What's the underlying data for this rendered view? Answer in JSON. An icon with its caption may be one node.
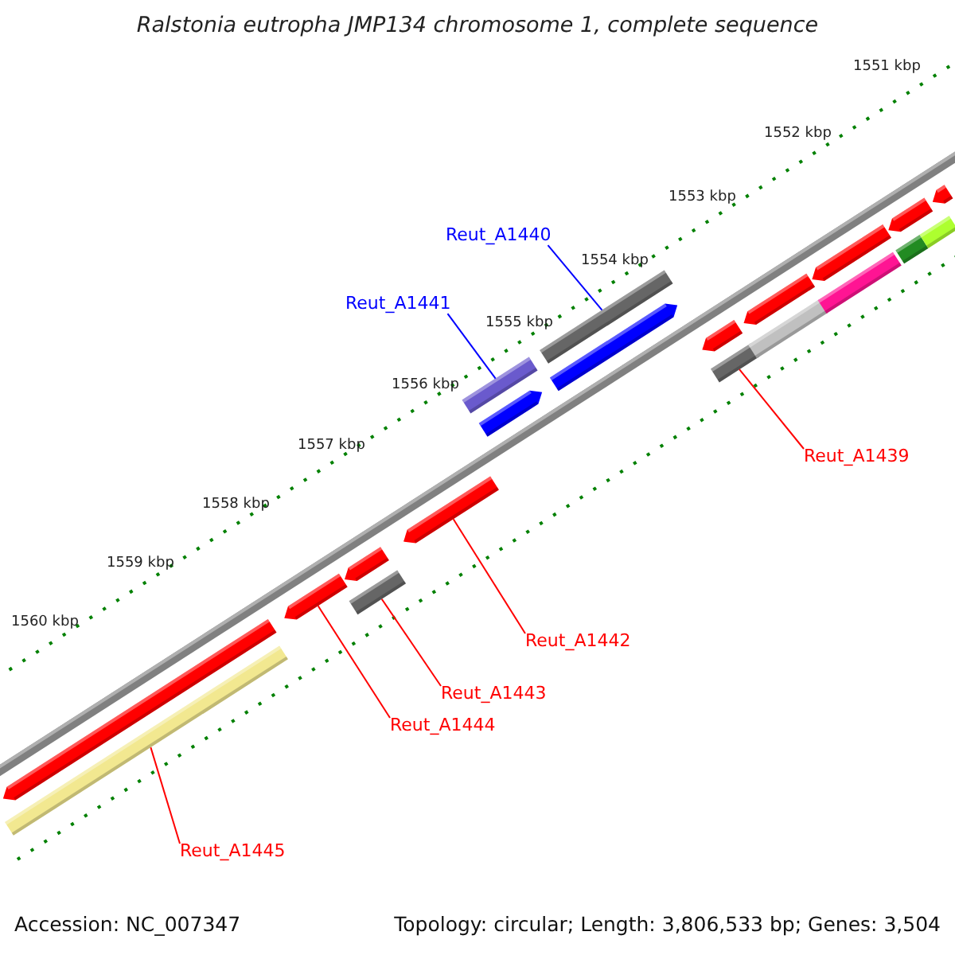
{
  "diagram": {
    "title": "Ralstonia eutropha JMP134 chromosome 1, complete sequence",
    "nodes": [
      {
        "text": [
          "Reut_A1440"
        ]
      },
      {
        "text": [
          "Reut_A1441"
        ]
      },
      {
        "text": [
          "Reut_A1439"
        ]
      },
      {
        "text": [
          "Reut_A1442"
        ]
      },
      {
        "text": [
          "Reut_A1443"
        ]
      },
      {
        "text": [
          "Reut_A1444"
        ]
      },
      {
        "text": [
          "Reut_A1445"
        ]
      },
      {
        "text": [],
        "shape": "bar"
      },
      {
        "text": [],
        "shape": "bar"
      },
      {
        "text": [],
        "shape": "bar"
      },
      {
        "text": [],
        "shape": "bar"
      },
      {
        "text": [],
        "shape": "bar"
      },
      {
        "text": [],
        "shape": "bar"
      },
      {
        "text": [],
        "shape": "bar"
      },
      {
        "text": [],
        "shape": "bar"
      },
      {
        "text": [],
        "shape": "bar"
      },
      {
        "text": [],
        "shape": "bar"
      },
      {
        "text": [],
        "shape": "bar"
      },
      {
        "text": [],
        "shape": "bar"
      },
      {
        "text": [],
        "shape": "bar"
      },
      {
        "text": [],
        "shape": "bar"
      },
      {
        "text": [],
        "shape": "bar"
      },
      {
        "text": [],
        "shape": "bar"
      },
      {
        "text": [],
        "shape": "bar"
      },
      {
        "text": [],
        "shape": "bar"
      },
      {
        "text": [],
        "shape": "bar"
      },
      {
        "text": [],
        "shape": "bar"
      }
    ],
    "edges": [
      {
        "from": 0,
        "to": 15,
        "arrow": "none",
        "color": "#0000ff"
      },
      {
        "from": 1,
        "to": 13,
        "arrow": "none",
        "color": "#0000ff"
      },
      {
        "from": 2,
        "to": 18,
        "arrow": "none"
      },
      {
        "from": 3,
        "to": 12,
        "arrow": "none"
      },
      {
        "from": 4,
        "to": 11,
        "arrow": "none"
      },
      {
        "from": 5,
        "to": 9,
        "arrow": "none"
      },
      {
        "from": 6,
        "to": 8,
        "arrow": "none"
      }
    ],
    "labels": [
      "1551 kbp",
      "1552 kbp",
      "1553 kbp",
      "1554 kbp",
      "1555 kbp",
      "1556 kbp",
      "1557 kbp",
      "1558 kbp",
      "1559 kbp",
      "1560 kbp",
      "Accession: NC_007347",
      "Topology: circular; Length: 3,806,533 bp; Genes: 3,504"
    ]
  }
}
